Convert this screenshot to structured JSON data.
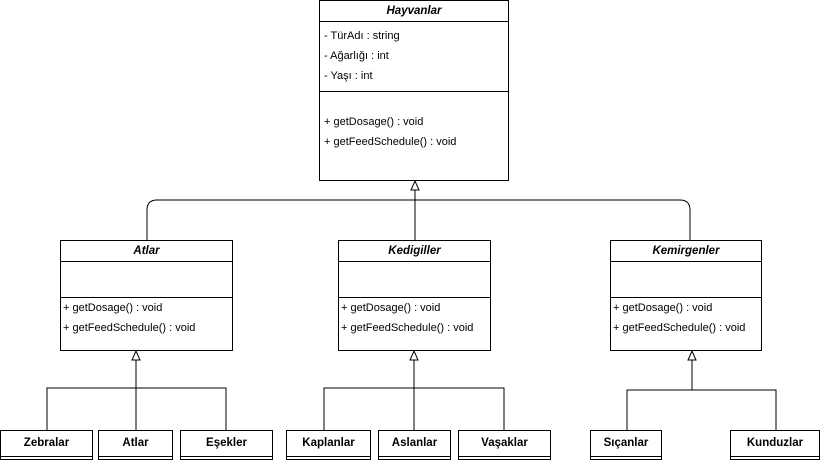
{
  "root": {
    "name": "Hayvanlar",
    "attributes": [
      "- TürAdı : string",
      "- Ağarlığı : int",
      "- Yaşı : int"
    ],
    "methods": [
      "+ getDosage() : void",
      "+ getFeedSchedule() : void"
    ]
  },
  "classes": [
    {
      "name": "Atlar",
      "attributes": [],
      "methods": [
        "+ getDosage() : void",
        "+ getFeedSchedule() : void"
      ]
    },
    {
      "name": "Kedigiller",
      "attributes": [],
      "methods": [
        "+ getDosage() : void",
        "+ getFeedSchedule() : void"
      ]
    },
    {
      "name": "Kemirgenler",
      "attributes": [],
      "methods": [
        "+ getDosage() : void",
        "+ getFeedSchedule() : void"
      ]
    }
  ],
  "leaves": [
    "Zebralar",
    "Atlar",
    "Eşekler",
    "Kaplanlar",
    "Aslanlar",
    "Vaşaklar",
    "Sıçanlar",
    "Kunduzlar"
  ]
}
